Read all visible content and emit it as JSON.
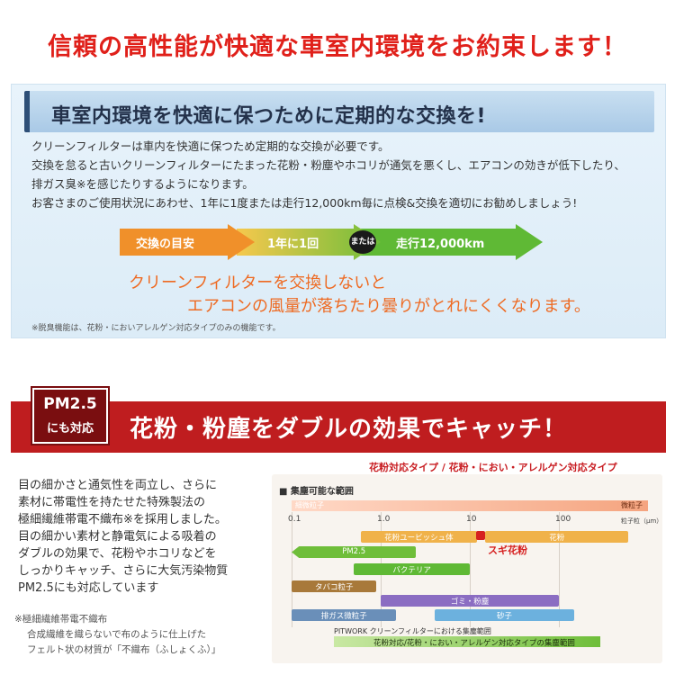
{
  "headline": "信頼の高性能が快適な車室内環境をお約束します！",
  "panel": {
    "banner": "車室内環境を快適に保つために定期的な交換を!",
    "lines": [
      "クリーンフィルターは車内を快適に保つため定期的な交換が必要です。",
      "交換を怠ると古いクリーンフィルターにたまった花粉・粉塵やホコリが通気を悪くし、エアコンの効きが低下したり、",
      "排ガス臭※を感じたりするようになります。",
      "お客さまのご使用状況にあわせ、1年に1度または走行12,000km毎に点検&交換を適切にお勧めしましょう!"
    ],
    "arrows": [
      "交換の目安",
      "1年に1回",
      "走行12,000km"
    ],
    "or_label": "または",
    "warning": [
      "クリーンフィルターを交換しないと",
      "エアコンの風量が落ちたり曇りがとれにくくなります。"
    ],
    "note": "※脱臭機能は、花粉・においアレルゲン対応タイプのみの機能です。",
    "colors": {
      "arrow_orange": "#f0902a",
      "arrow_green": "#5fb935",
      "warning": "#ee6a22"
    }
  },
  "pm": {
    "badge_line1": "PM2.5",
    "badge_line2": "にも対応",
    "title": "花粉・粉塵をダブルの効果でキャッチ！",
    "type_label": "花粉対応タイプ / 花粉・におい・アレルゲン対応タイプ",
    "body_lines": [
      "目の細かさと通気性を両立し、さらに",
      "素材に帯電性を持たせた特殊製法の",
      "極細繊維帯電不織布※を採用しました。",
      "目の細かい素材と静電気による吸着の",
      "ダブルの効果で、花粉やホコリなどを",
      "しっかりキャッチ、さらに大気汚染物質",
      "PM2.5にも対応しています"
    ],
    "notes": [
      "※極細繊維帯電不織布",
      "合成繊維を織らないで布のように仕上げた",
      "フェルト状の材質が「不織布（ふしょくふ）」"
    ],
    "colors": {
      "banner_red": "#bf1d1f",
      "badge_dark": "#7a0e10"
    }
  },
  "chart_data": {
    "type": "bar",
    "title": "■ 集塵可能な範囲",
    "scale": "log",
    "size_bar": {
      "left": "細微粒子",
      "right": "微粒子"
    },
    "x_ticks": [
      "0.1",
      "1.0",
      "10",
      "100"
    ],
    "x_tick_values": [
      0.1,
      1,
      10,
      100
    ],
    "unit": "粒子粒（μm）",
    "xlim": [
      0.1,
      1000
    ],
    "ranges": [
      {
        "name": "花粉ユービッシュ体",
        "from": 0.6,
        "to": 12,
        "color": "#f0b24a"
      },
      {
        "name": "花粉",
        "from": 15,
        "to": 600,
        "color": "#f0b24a"
      },
      {
        "name": "PM2.5",
        "from": 0.1,
        "to": 2.5,
        "color": "#6fbe3a"
      },
      {
        "name": "バクテリア",
        "from": 0.5,
        "to": 10,
        "color": "#5fb935"
      },
      {
        "name": "タバコ粒子",
        "from": 0.1,
        "to": 0.9,
        "color": "#a8793a"
      },
      {
        "name": "ゴミ・粉塵",
        "from": 1,
        "to": 100,
        "color": "#8b6dc2"
      },
      {
        "name": "排ガス微粒子",
        "from": 0.1,
        "to": 1.5,
        "color": "#6a8fb9"
      },
      {
        "name": "砂子",
        "from": 4,
        "to": 150,
        "color": "#6cb1de"
      }
    ],
    "marker": "スギ花粉",
    "footer_caption": "PITWORK クリーンフィルターにおける集塵範囲",
    "footer_bar": "花粉対応/花粉・におい・アレルゲン対応タイプの集塵範囲"
  }
}
